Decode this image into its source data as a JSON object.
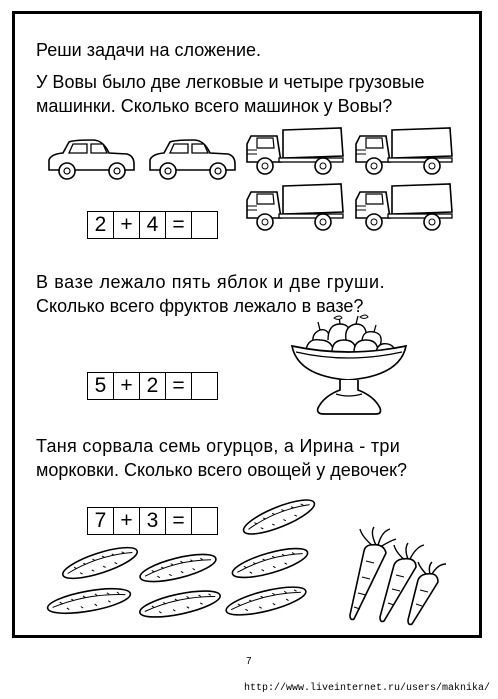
{
  "heading": "Реши задачи на сложение.",
  "task1": {
    "line1": "У Вовы было две легковые и четыре грузовые",
    "line2": "машинки. Сколько всего машинок у Вовы?",
    "equation": [
      "2",
      "+",
      "4",
      "=",
      ""
    ]
  },
  "task2": {
    "line1": "В вазе лежало пять яблок и две груши.",
    "line2": "Сколько всего фруктов лежало в вазе?",
    "equation": [
      "5",
      "+",
      "2",
      "=",
      ""
    ]
  },
  "task3": {
    "line1": "Таня сорвала семь огурцов, а Ирина - три",
    "line2": "морковки. Сколько всего овощей у девочек?",
    "equation": [
      "7",
      "+",
      "3",
      "=",
      ""
    ]
  },
  "page_number": "7",
  "footer_url": "http://www.liveinternet.ru/users/maknika/"
}
